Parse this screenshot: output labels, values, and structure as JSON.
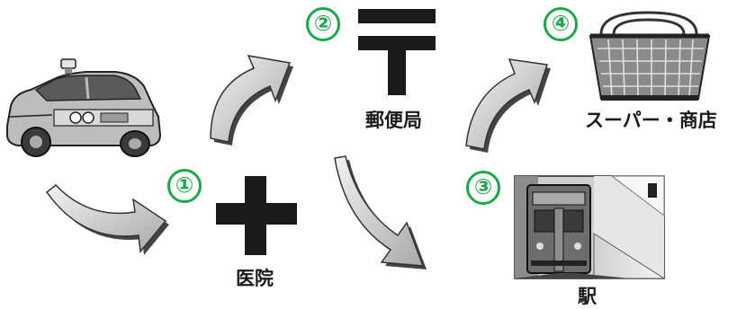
{
  "steps": [
    {
      "number": "①",
      "label": "医院",
      "icon": "hospital-cross-icon"
    },
    {
      "number": "②",
      "label": "郵便局",
      "icon": "post-office-mark-icon"
    },
    {
      "number": "③",
      "label": "駅",
      "icon": "train-station-icon"
    },
    {
      "number": "④",
      "label": "スーパー・商店",
      "icon": "shopping-basket-icon"
    }
  ],
  "start_icon": "taxi-icon",
  "colors": {
    "accent": "#1aa84a",
    "ink": "#1a1a1a",
    "arrow_fill": "#cfcfcf"
  }
}
